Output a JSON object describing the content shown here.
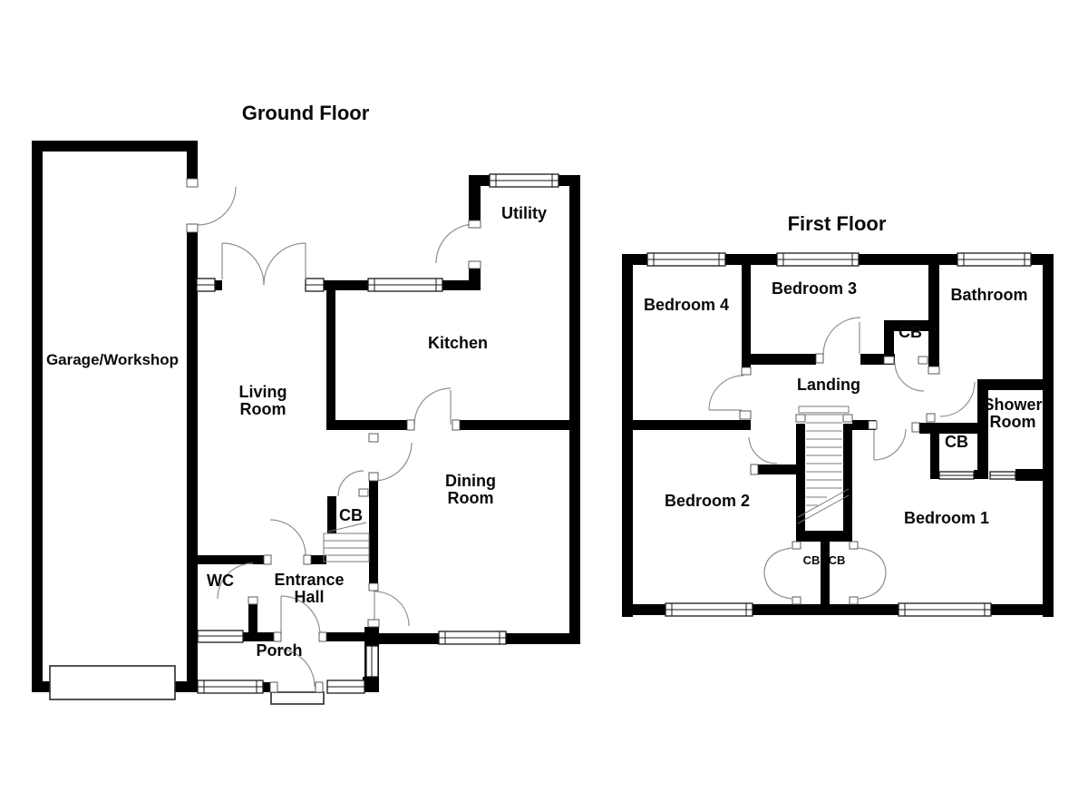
{
  "document": {
    "type": "floor-plan",
    "colors": {
      "background": "#ffffff",
      "walls": "#000000",
      "door_swing": "#8f8f8f",
      "text": "#0a0a0a"
    }
  },
  "ground_floor": {
    "title": "Ground Floor",
    "labels": {
      "garage": "Garage/Workshop",
      "living1": "Living",
      "living2": "Room",
      "kitchen": "Kitchen",
      "utility": "Utility",
      "dining1": "Dining",
      "dining2": "Room",
      "cb": "CB",
      "wc": "WC",
      "hall1": "Entrance",
      "hall2": "Hall",
      "porch": "Porch"
    }
  },
  "first_floor": {
    "title": "First Floor",
    "labels": {
      "bedroom4": "Bedroom 4",
      "bedroom3": "Bedroom 3",
      "bathroom": "Bathroom",
      "landing": "Landing",
      "cb_top": "CB",
      "shower1": "Shower",
      "shower2": "Room",
      "cb_mid": "CB",
      "bedroom2": "Bedroom 2",
      "bedroom1": "Bedroom 1",
      "cb_left": "CB",
      "cb_right": "CB"
    }
  }
}
